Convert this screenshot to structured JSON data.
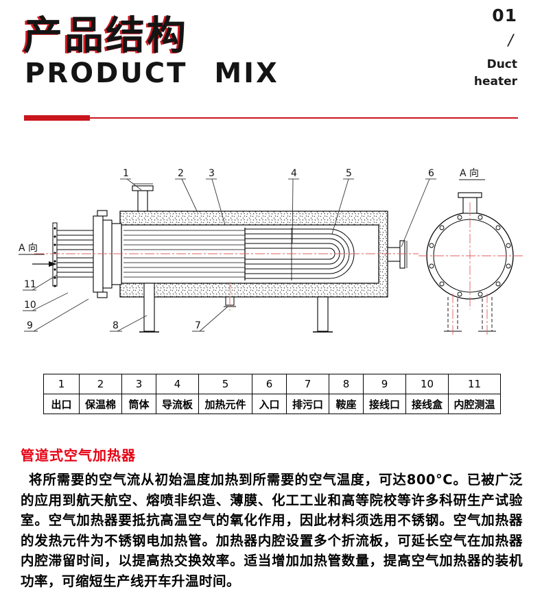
{
  "header": {
    "title_cn": "产品结构",
    "title_en": "PRODUCT MIX",
    "page_num": "01",
    "slash": "/",
    "product_line1": "Duct",
    "product_line2": "heater"
  },
  "colors": {
    "accent_red": "#c9151c",
    "heading_red": "#e60012",
    "centerline_red": "#e05c5c"
  },
  "diagram": {
    "view_label_left": "A 向",
    "view_label_right": "A 向",
    "callouts": [
      "1",
      "2",
      "3",
      "4",
      "5",
      "6",
      "7",
      "8",
      "9",
      "10",
      "11"
    ]
  },
  "table": {
    "numbers": [
      "1",
      "2",
      "3",
      "4",
      "5",
      "6",
      "7",
      "8",
      "9",
      "10",
      "11"
    ],
    "labels": [
      "出口",
      "保温棉",
      "筒体",
      "导流板",
      "加热元件",
      "入口",
      "排污口",
      "鞍座",
      "接线口",
      "接线盒",
      "内腔测温"
    ]
  },
  "content": {
    "heading": "管道式空气加热器",
    "body": "将所需要的空气流从初始温度加热到所需要的空气温度，可达800°C。已被广泛的应用到航天航空、熔喷非织造、薄膜、化工工业和高等院校等许多科研生产试验室。空气加热器要抵抗高温空气的氧化作用，因此材料须选用不锈钢。空气加热器的发热元件为不锈钢电加热管。加热器内腔设置多个折流板，可延长空气在加热器内腔滞留时间，以提高热交换效率。适当增加加热管数量，提高空气加热器的装机功率，可缩短生产线开车升温时间。"
  }
}
